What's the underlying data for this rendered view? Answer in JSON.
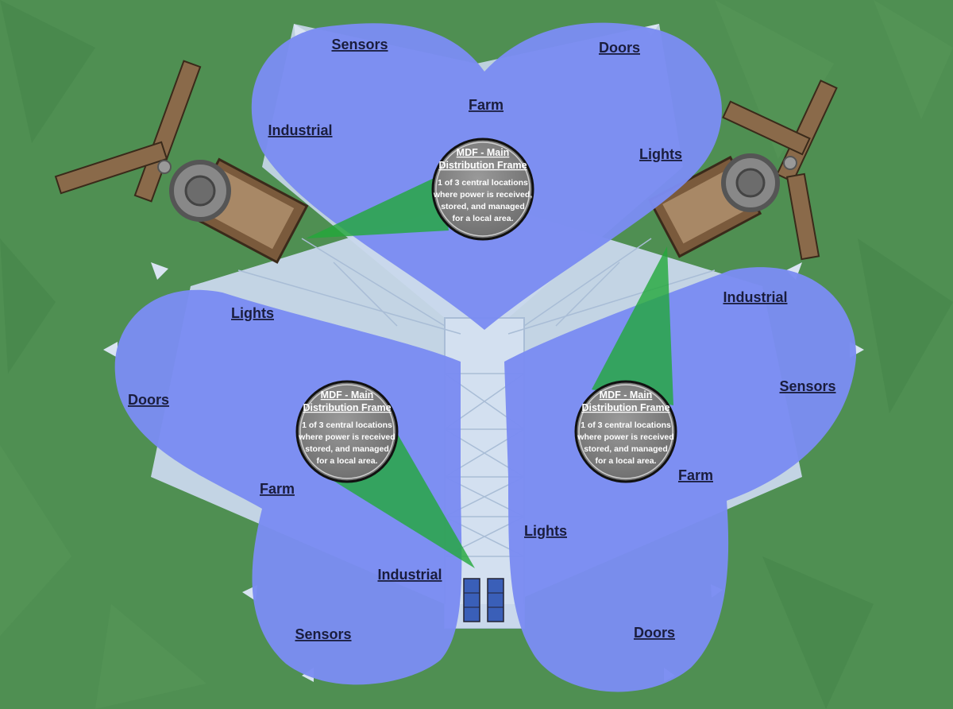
{
  "colors": {
    "grass": "#4f8f52",
    "lobe": "#7b8cf2",
    "frame": "#c9d8ec",
    "beam": "#22a83a",
    "circle": "#8a8a8a"
  },
  "lobes": [
    {
      "labels": [
        "Sensors",
        "Doors",
        "Farm",
        "Industrial",
        "Lights"
      ],
      "mdf": {
        "title1": "MDF - Main",
        "title2": "Distribution Frame",
        "body": [
          "1 of 3 central locations",
          "where power is received,",
          "stored, and managed",
          "for a local area."
        ]
      }
    },
    {
      "labels": [
        "Lights",
        "Doors",
        "Farm",
        "Industrial",
        "Sensors"
      ],
      "mdf": {
        "title1": "MDF - Main",
        "title2": "Distribution Frame",
        "body": [
          "1 of 3 central locations",
          "where power is received",
          "stored, and managed",
          "for a local area."
        ]
      }
    },
    {
      "labels": [
        "Industrial",
        "Sensors",
        "Farm",
        "Lights",
        "Doors"
      ],
      "mdf": {
        "title1": "MDF - Main",
        "title2": "Distribution Frame",
        "body": [
          "1 of 3 central locations",
          "where power is received",
          "stored, and managed",
          "for a local area."
        ]
      }
    }
  ]
}
